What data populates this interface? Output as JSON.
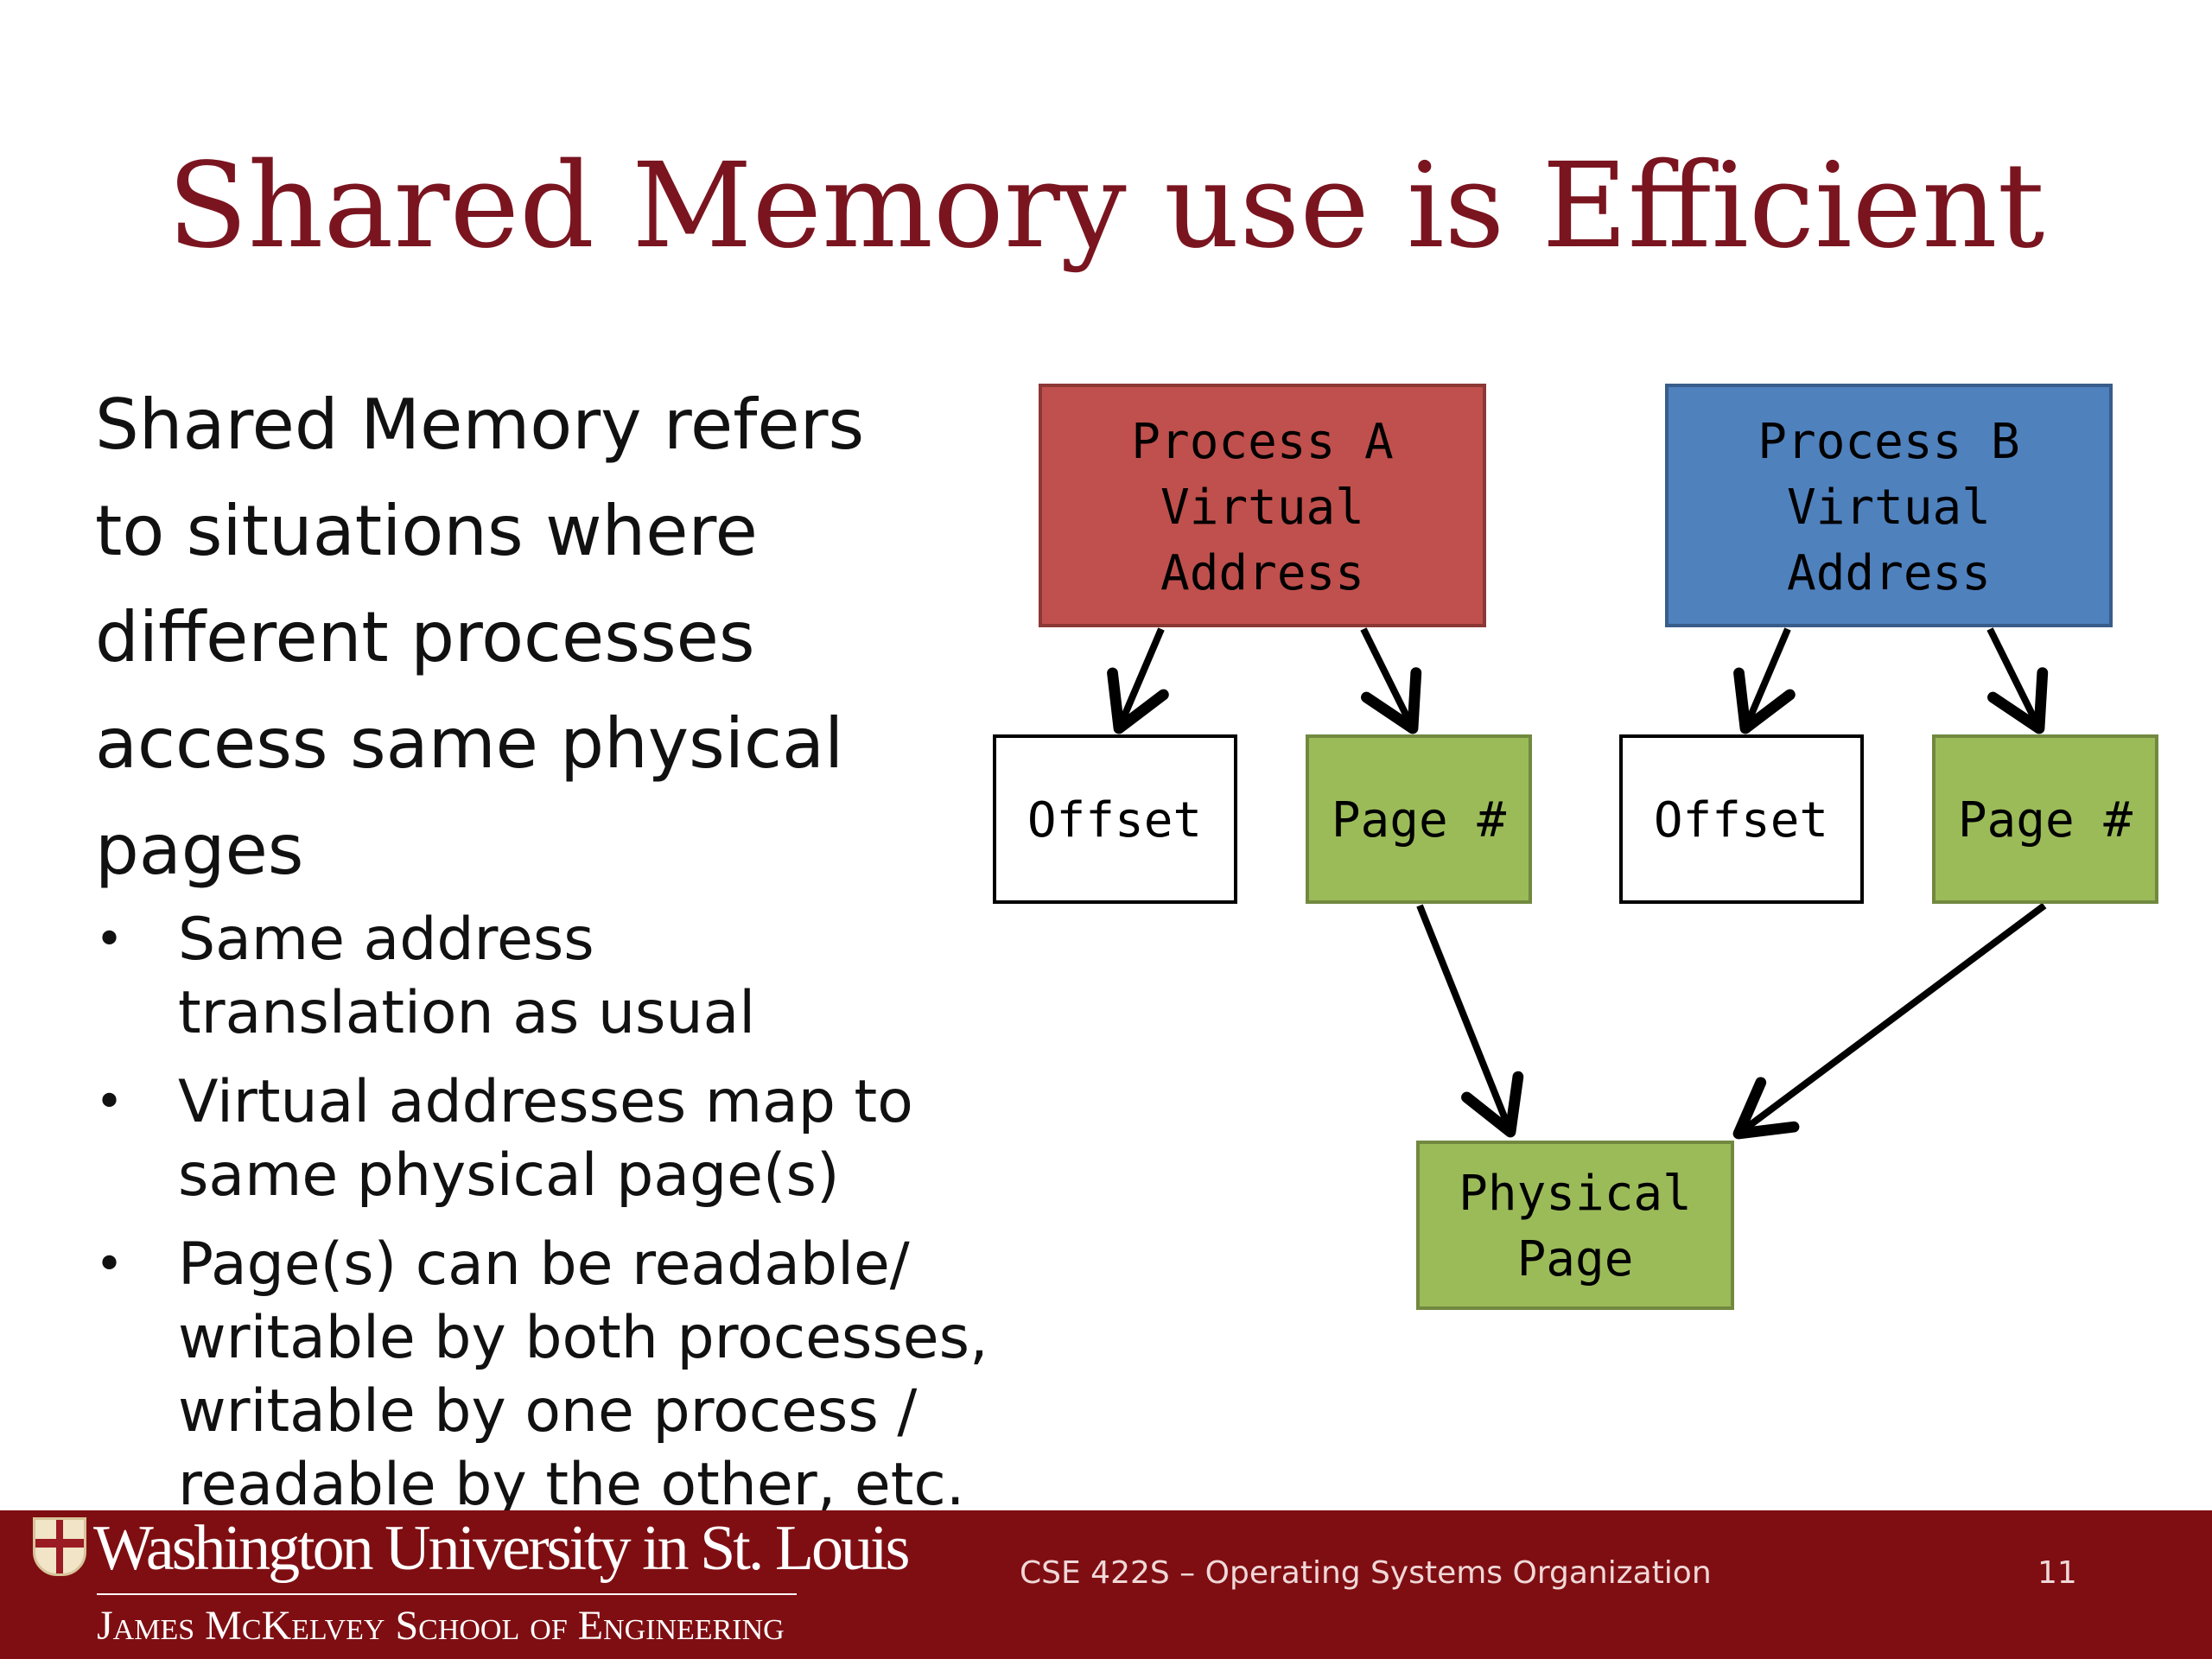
{
  "title": "Shared Memory use is Efficient",
  "intro": {
    "lines": [
      "Shared Memory refers",
      "to situations where",
      "different processes",
      "access same physical",
      "pages"
    ]
  },
  "bullets": [
    {
      "marker": "•",
      "lines": [
        "Same address",
        "translation as usual"
      ]
    },
    {
      "marker": "•",
      "lines": [
        "Virtual addresses map to",
        "same physical page(s)"
      ]
    },
    {
      "marker": "•",
      "lines": [
        "Page(s) can be readable/",
        "writable by both processes,",
        "writable by one process /",
        "readable by the other, etc."
      ]
    }
  ],
  "diagram": {
    "process_a": {
      "lines": [
        "Process A",
        "Virtual",
        "Address"
      ],
      "color": "#c0504d"
    },
    "process_b": {
      "lines": [
        "Process B",
        "Virtual",
        "Address"
      ],
      "color": "#4f81bd"
    },
    "offset_a": {
      "label": "Offset"
    },
    "page_a": {
      "label": "Page #",
      "color": "#9bbb59"
    },
    "offset_b": {
      "label": "Offset"
    },
    "page_b": {
      "label": "Page #",
      "color": "#9bbb59"
    },
    "physical": {
      "lines": [
        "Physical",
        "Page"
      ],
      "color": "#9bbb59"
    }
  },
  "footer": {
    "university": "Washington University in St. Louis",
    "school": "James McKelvey School of Engineering",
    "course": "CSE 422S – Operating Systems Organization",
    "page_number": "11",
    "color": "#7f0e12"
  }
}
